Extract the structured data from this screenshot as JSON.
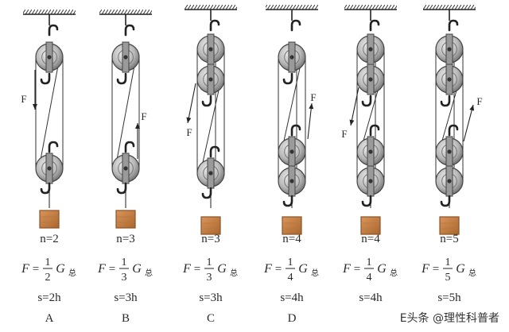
{
  "systems": [
    {
      "id": "A",
      "n": "n=2",
      "denominator": "2",
      "s": "s=2h",
      "label": "A",
      "top_pulleys": 1,
      "bottom_pulleys": 1
    },
    {
      "id": "B",
      "n": "n=3",
      "denominator": "3",
      "s": "s=3h",
      "label": "B",
      "top_pulleys": 1,
      "bottom_pulleys": 1
    },
    {
      "id": "C",
      "n": "n=3",
      "denominator": "3",
      "s": "s=3h",
      "label": "C",
      "top_pulleys": 2,
      "bottom_pulleys": 1
    },
    {
      "id": "D",
      "n": "n=4",
      "denominator": "4",
      "s": "s=4h",
      "label": "D",
      "top_pulleys": 1,
      "bottom_pulleys": 2
    },
    {
      "id": "E",
      "n": "n=4",
      "denominator": "4",
      "s": "s=4h",
      "label": "",
      "top_pulleys": 2,
      "bottom_pulleys": 2
    },
    {
      "id": "F",
      "n": "n=5",
      "denominator": "5",
      "s": "s=5h",
      "label": "",
      "top_pulleys": 2,
      "bottom_pulleys": 2
    }
  ],
  "formula": {
    "lhs": "F",
    "numerator": "1",
    "g": "G",
    "sub": "总"
  },
  "force_label": "F",
  "watermark": {
    "prefix": "E头条",
    "handle": "@理性科普者"
  },
  "colors": {
    "pulley": "#bfbfbf",
    "pulley_dark": "#6e6e6e",
    "weight": "#c8824a",
    "weight_dark": "#8a5428",
    "rope": "#333333"
  }
}
